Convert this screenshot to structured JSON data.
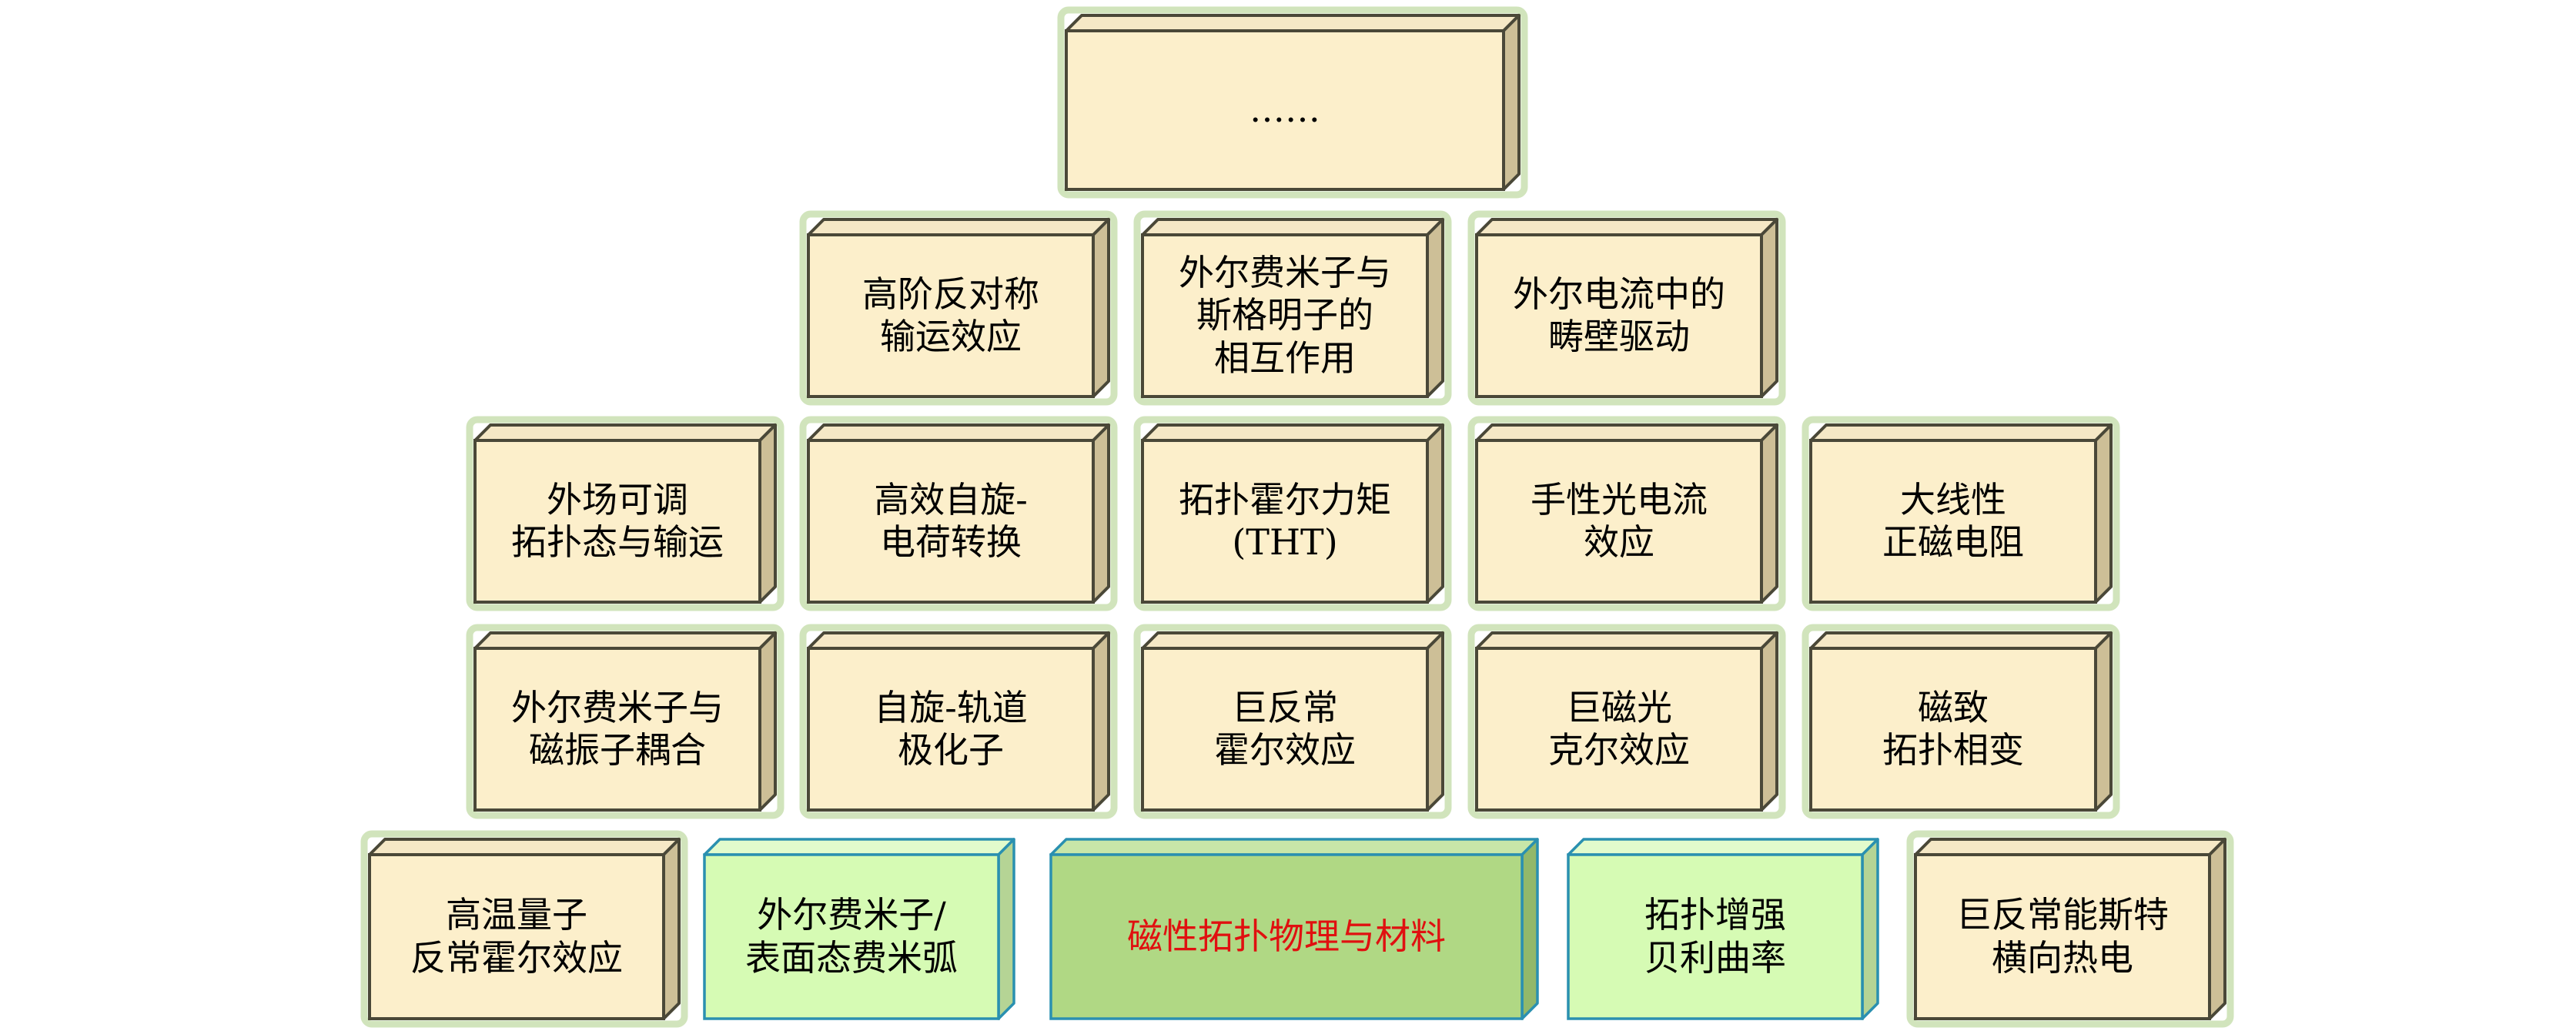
{
  "diagram": {
    "top": "……",
    "row2": [
      "高阶反对称\n输运效应",
      "外尔费米子与\n斯格明子的\n相互作用",
      "外尔电流中的\n畴壁驱动"
    ],
    "row3": [
      "外场可调\n拓扑态与输运",
      "高效自旋-\n电荷转换",
      "拓扑霍尔力矩\n(THT)",
      "手性光电流\n效应",
      "大线性\n正磁电阻"
    ],
    "row4": [
      "外尔费米子与\n磁振子耦合",
      "自旋-轨道\n极化子",
      "巨反常\n霍尔效应",
      "巨磁光\n克尔效应",
      "磁致\n拓扑相变"
    ],
    "row5": [
      "高温量子\n反常霍尔效应",
      "外尔费米子/\n表面态费米弧",
      "磁性拓扑物理与材料",
      "拓扑增强\n贝利曲率",
      "巨反常能斯特\n横向热电"
    ]
  },
  "colors": {
    "cream_front": "#fcefcb",
    "cream_top": "#f5e8c6",
    "cream_side": "#cdbf97",
    "cream_edge": "#4a4838",
    "cream_glow": "#9ac46a",
    "green_front": "#d6fbb4",
    "green_top": "#e2fbcc",
    "green_side": "#b5d495",
    "green_edge": "#2a90b0",
    "center_front": "#b0d884",
    "center_top": "#c8e6a8",
    "center_side": "#92b86a",
    "center_text": "#e01010"
  }
}
